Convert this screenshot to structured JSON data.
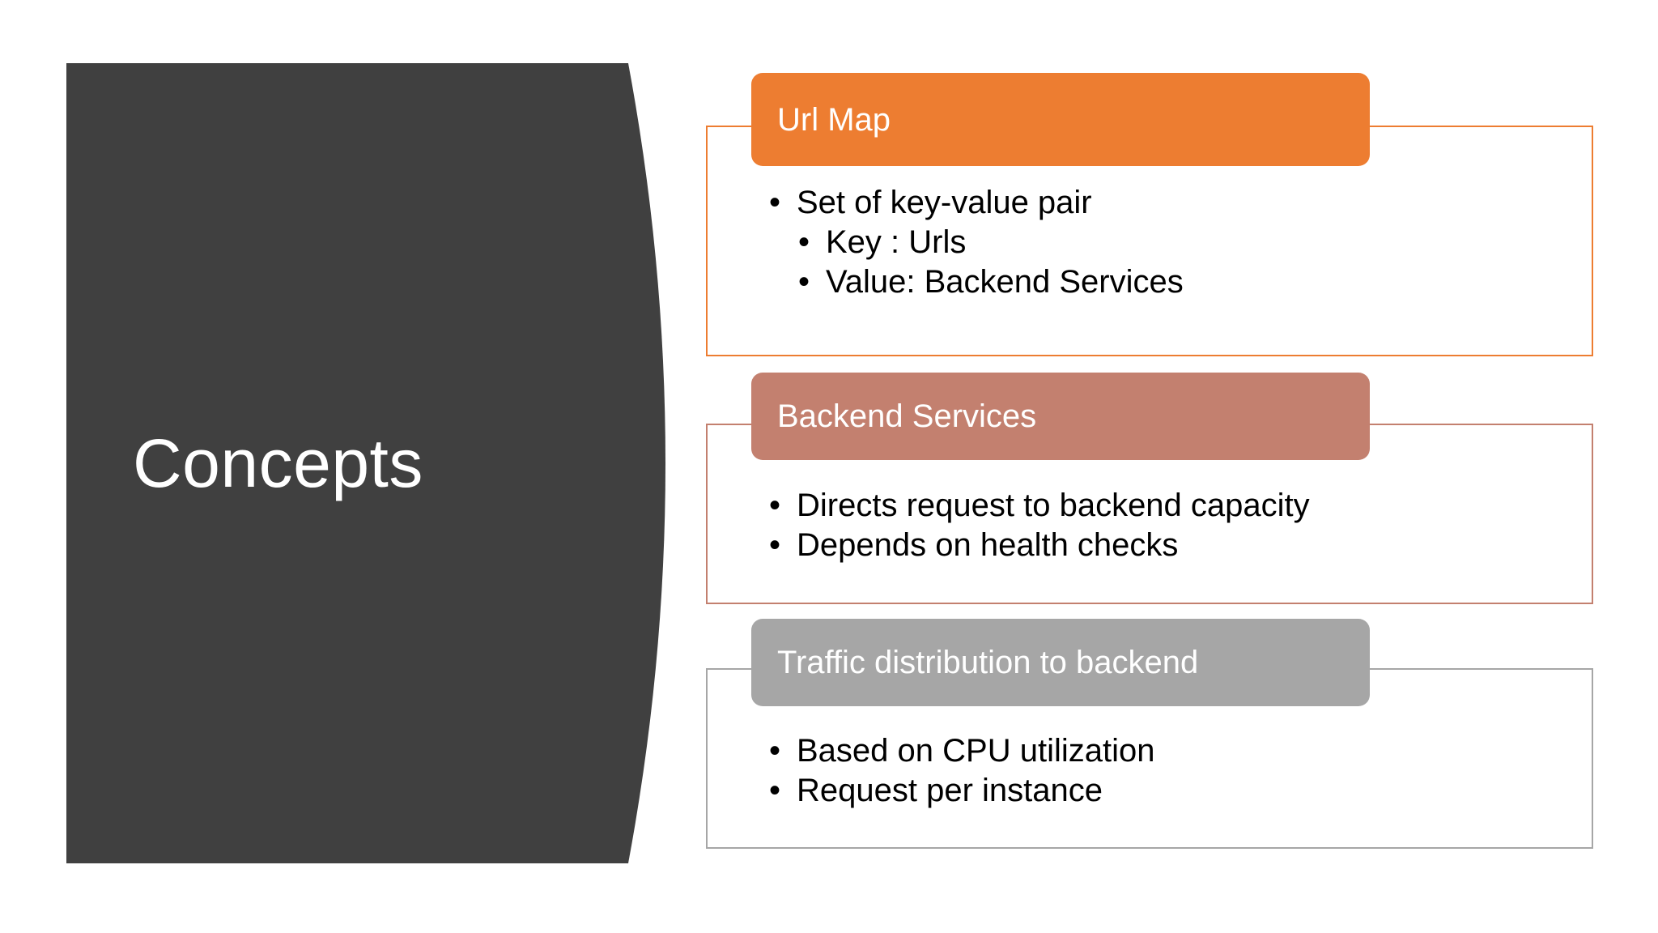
{
  "slide": {
    "title": "Concepts",
    "background_color": "#FFFFFF",
    "title_panel_color": "#404040",
    "title_text_color": "#FFFFFF"
  },
  "sections": [
    {
      "id": "urlmap",
      "header": "Url Map",
      "accent_color": "#ED7D31",
      "bullets": [
        {
          "level": 1,
          "glyph": "•",
          "text": "Set of key-value pair"
        },
        {
          "level": 2,
          "glyph": "•",
          "text": "Key : Urls"
        },
        {
          "level": 2,
          "glyph": "•",
          "text": "Value: Backend Services"
        }
      ]
    },
    {
      "id": "backend",
      "header": "Backend Services",
      "accent_color": "#C3806F",
      "bullets": [
        {
          "level": 1,
          "glyph": "•",
          "text": "Directs request to backend capacity"
        },
        {
          "level": 1,
          "glyph": "•",
          "text": "Depends on health checks"
        }
      ]
    },
    {
      "id": "traffic",
      "header": "Traffic distribution to backend",
      "accent_color": "#A6A6A6",
      "bullets": [
        {
          "level": 1,
          "glyph": "•",
          "text": "Based on CPU utilization"
        },
        {
          "level": 1,
          "glyph": "•",
          "text": "Request per instance"
        }
      ]
    }
  ]
}
